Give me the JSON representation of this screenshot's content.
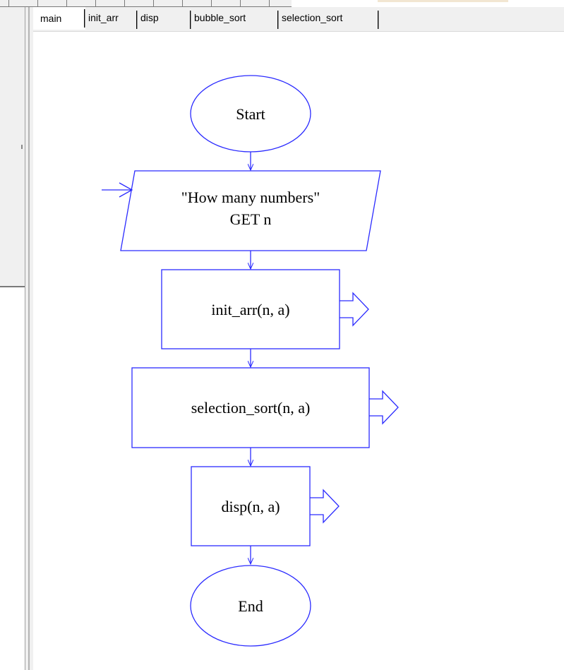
{
  "tabs": [
    {
      "label": "main",
      "active": true
    },
    {
      "label": "init_arr",
      "active": false
    },
    {
      "label": "disp",
      "active": false
    },
    {
      "label": "bubble_sort",
      "active": false
    },
    {
      "label": "selection_sort",
      "active": false
    }
  ],
  "flowchart": {
    "start": "Start",
    "input_line1": "\"How many numbers\"",
    "input_line2": "GET n",
    "call1": "init_arr(n, a)",
    "call2": "selection_sort(n, a)",
    "call3": "disp(n, a)",
    "end": "End"
  },
  "colors": {
    "shape_stroke": "#2b2bff",
    "text": "#000000"
  },
  "icons": [
    "call-arrow-icon",
    "entry-arrow-icon"
  ]
}
